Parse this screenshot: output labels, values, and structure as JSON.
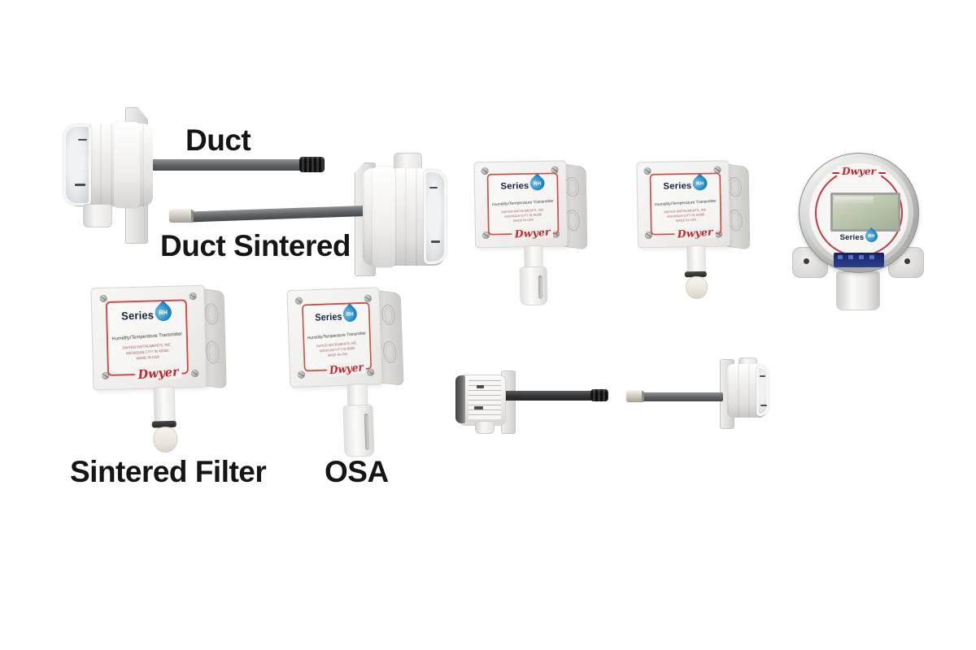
{
  "annotations": {
    "duct": "Duct",
    "duct_sintered": "Duct Sintered",
    "sintered_filter": "Sintered Filter",
    "osa": "OSA"
  },
  "transmitter_label": {
    "series": "Series",
    "rh": "RH",
    "subtitle": "Humidity/Temperature Transmitter",
    "mfr_line1": "DWYER INSTRUMENTS, INC.",
    "mfr_line2": "MICHIGAN CITY IN 46360",
    "mfr_line3": "MADE IN USA",
    "brand_script": "Dwyer"
  },
  "gauge": {
    "brand_script": "Dwyer",
    "series": "Series",
    "rh": "RH"
  },
  "colors": {
    "dwyer_red": "#c1272d",
    "label_border_red": "#cf4b45",
    "drop_blue": "#2186c4",
    "lcd_green": "#b8c3ab",
    "probe_gray": "#46494c",
    "probe_black": "#0d0d0d",
    "terminal_blue": "#2a3f8f"
  }
}
